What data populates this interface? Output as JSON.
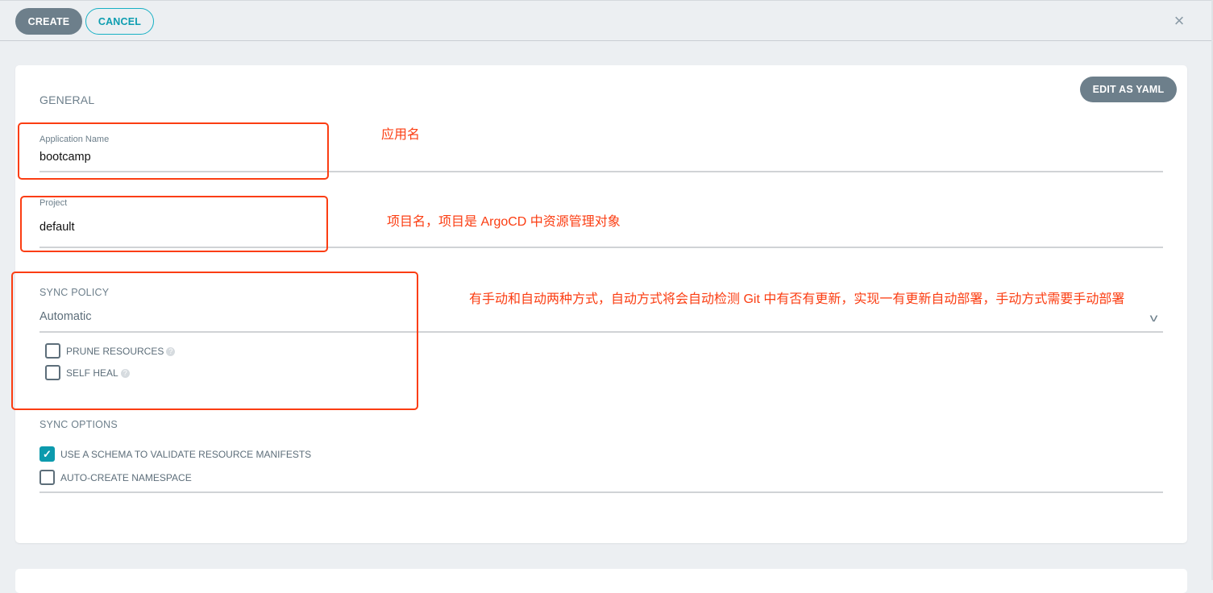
{
  "toolbar": {
    "create_label": "CREATE",
    "cancel_label": "CANCEL",
    "close_icon": "×"
  },
  "form": {
    "edit_yaml_label": "EDIT AS YAML",
    "general_title": "GENERAL",
    "app_name": {
      "label": "Application Name",
      "value": "bootcamp"
    },
    "project": {
      "label": "Project",
      "value": "default"
    },
    "sync_policy": {
      "title": "SYNC POLICY",
      "value": "Automatic",
      "options": [
        {
          "label": "PRUNE RESOURCES",
          "checked": false
        },
        {
          "label": "SELF HEAL",
          "checked": false
        }
      ]
    },
    "sync_options": {
      "title": "SYNC OPTIONS",
      "options": [
        {
          "label": "USE A SCHEMA TO VALIDATE RESOURCE MANIFESTS",
          "checked": true
        },
        {
          "label": "AUTO-CREATE NAMESPACE",
          "checked": false
        }
      ]
    }
  },
  "annotations": {
    "app_name": "应用名",
    "project": "项目名，项目是 ArgoCD 中资源管理对象",
    "sync_policy": "有手动和自动两种方式，自动方式将会自动检测 Git 中有否有更新，实现一有更新自动部署，手动方式需要手动部署"
  },
  "colors": {
    "annotation": "#fb3d12",
    "accent": "#0c9aad",
    "button": "#6d7f8b"
  }
}
